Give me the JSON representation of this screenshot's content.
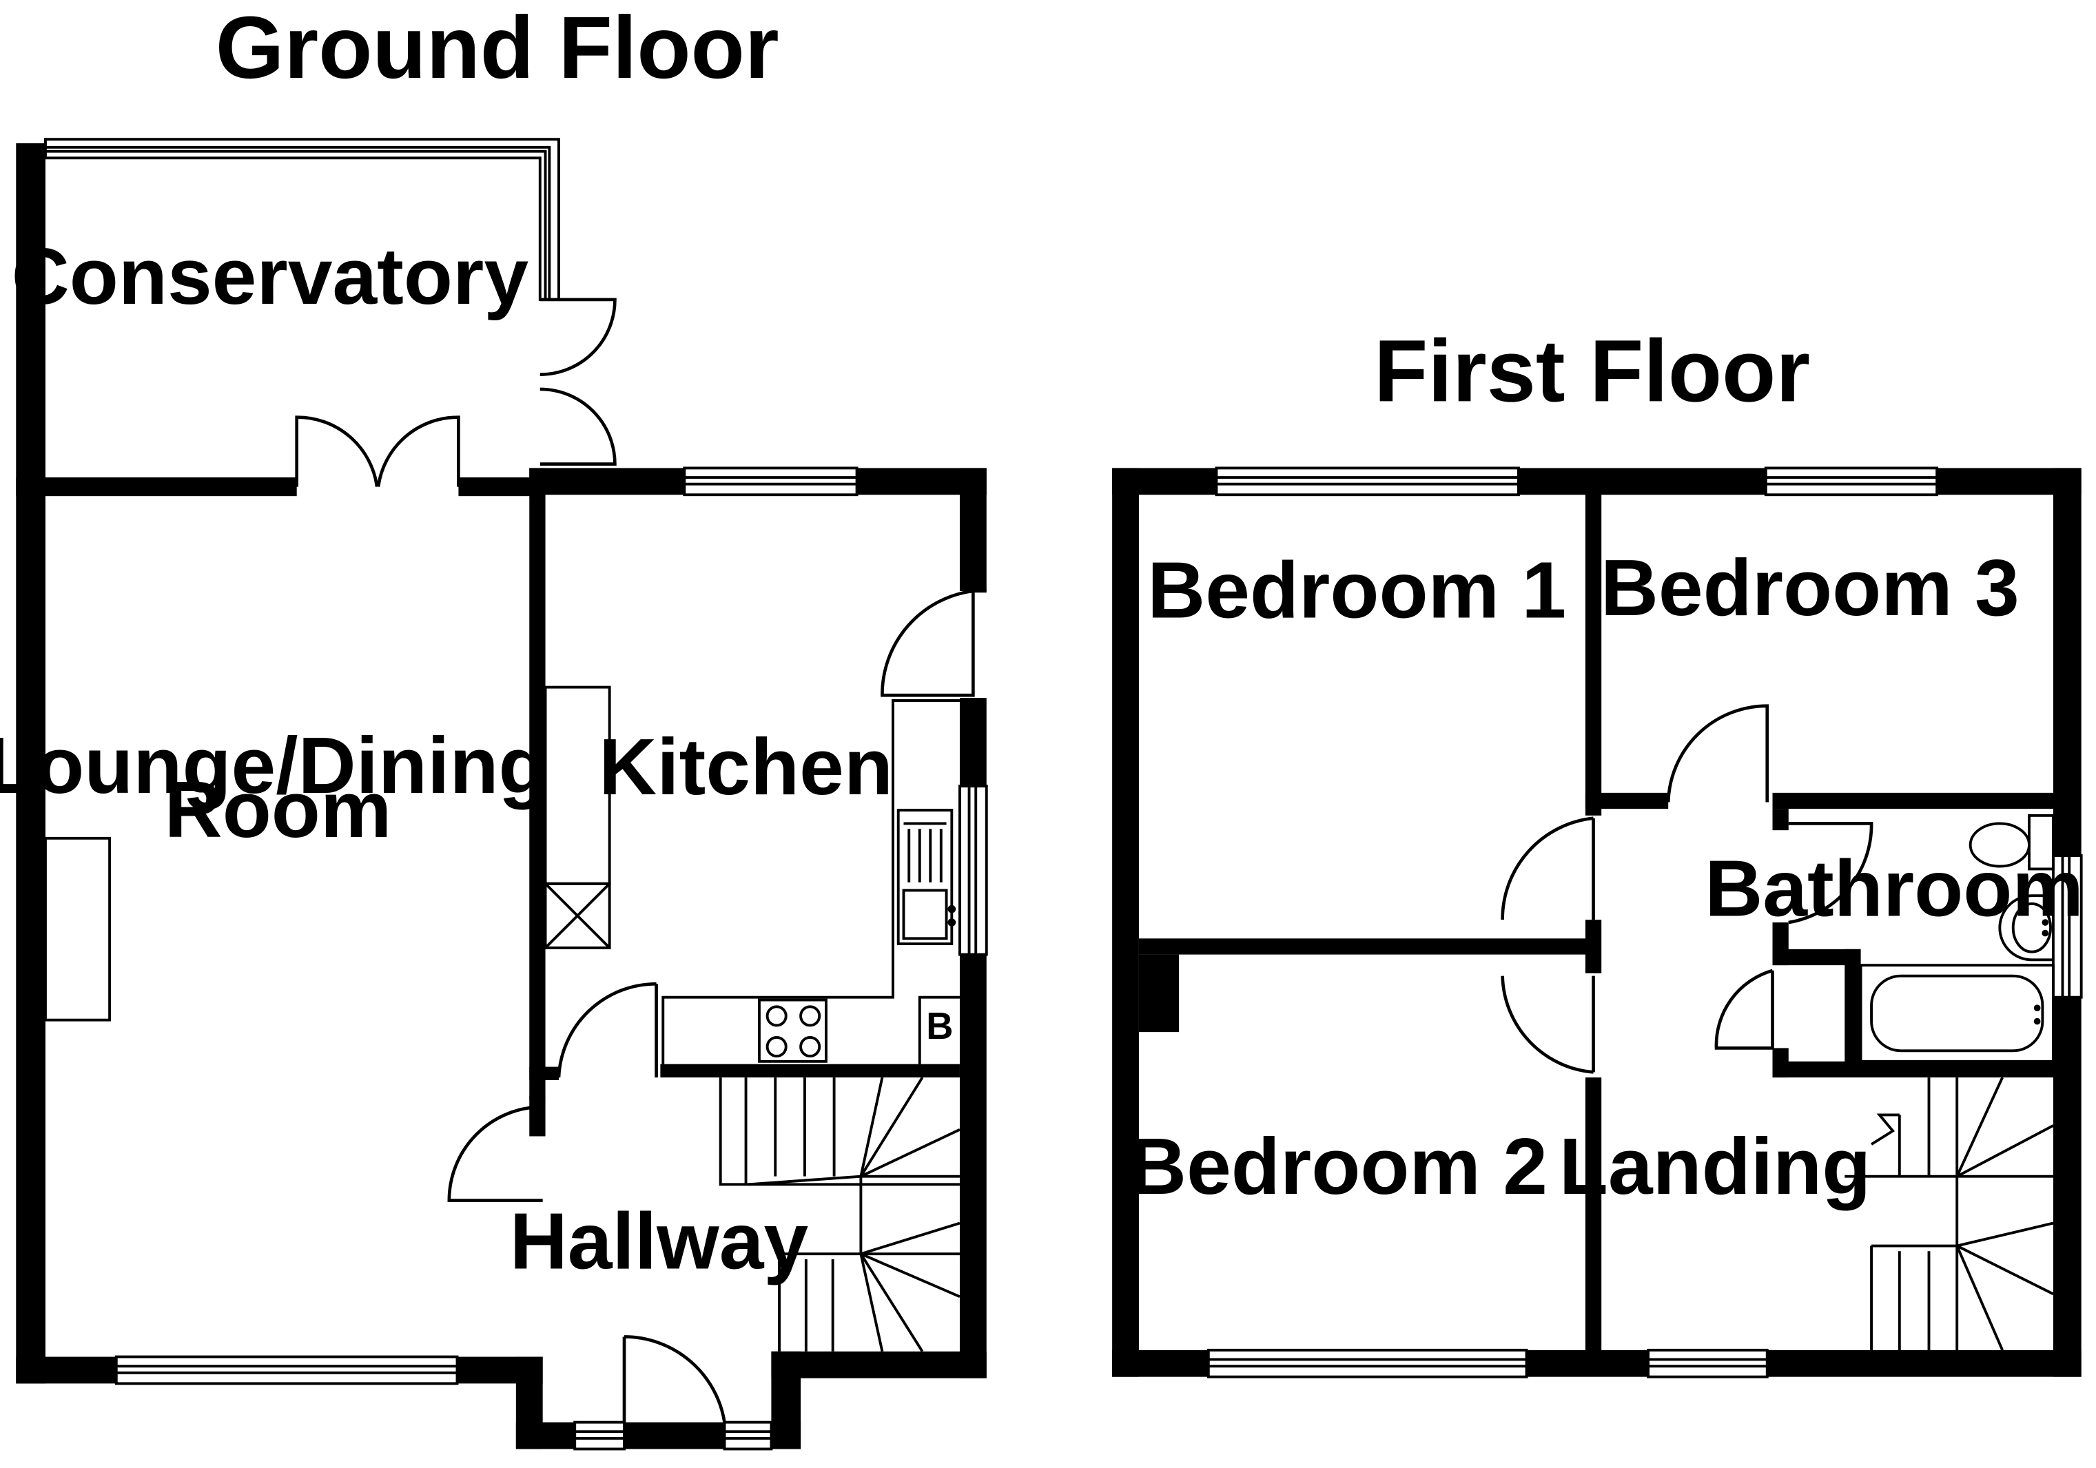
{
  "floors": [
    {
      "title": "Ground Floor",
      "rooms": [
        "Conservatory",
        "Lounge/Dining\nRoom",
        "Kitchen",
        "Hallway"
      ],
      "boiler_label": "B"
    },
    {
      "title": "First Floor",
      "rooms": [
        "Bedroom 1",
        "Bedroom 3",
        "Bathroom",
        "Bedroom 2",
        "Landing"
      ]
    }
  ]
}
